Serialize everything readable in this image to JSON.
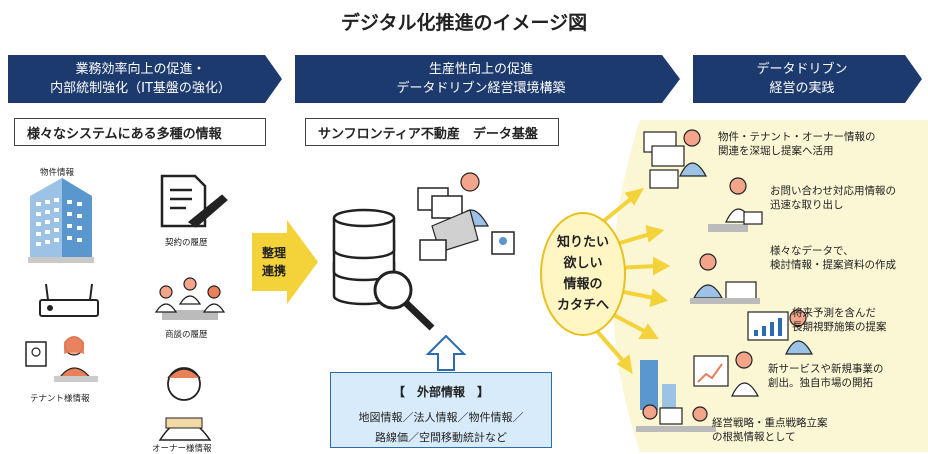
{
  "title": "デジタル化推進のイメージ図",
  "columns": [
    {
      "header_lines": [
        "業務効率向上の促進・",
        "内部統制強化（IT基盤の強化）"
      ],
      "subheader": "様々なシステムにある多種の情報"
    },
    {
      "header_lines": [
        "生産性向上の促進",
        "データドリブン経営環境構築"
      ],
      "subheader": "サンフロンティア不動産　データ基盤"
    },
    {
      "header_lines": [
        "データドリブン",
        "経営の実践"
      ]
    }
  ],
  "sources": {
    "property": "物件情報",
    "contract": "契約の履歴",
    "meeting": "商談の履歴",
    "tenant": "テナント様情報",
    "owner": "オーナー様情報"
  },
  "process_arrow": {
    "lines": [
      "整理",
      "連携"
    ]
  },
  "external": {
    "title": "【　外部情報　】",
    "lines": [
      "地図情報／法人情報／物件情報／",
      "路線価／空間移動統計など"
    ]
  },
  "center_circle": {
    "lines": [
      "知りたい",
      "欲しい",
      "情報の",
      "カタチへ"
    ]
  },
  "results": [
    {
      "lines": [
        "物件・テナント・オーナー情報の",
        "関連を深堀し提案へ活用"
      ]
    },
    {
      "lines": [
        "お問い合わせ対応用情報の",
        "迅速な取り出し"
      ]
    },
    {
      "lines": [
        "様々なデータで、",
        "検討情報・提案資料の作成"
      ]
    },
    {
      "lines": [
        "将来予測を含んだ",
        "長期視野施策の提案"
      ]
    },
    {
      "lines": [
        "新サービスや新規事業の",
        "創出。独自市場の開拓"
      ]
    },
    {
      "lines": [
        "経営戦略・重点戦略立案",
        "の根拠情報として"
      ]
    }
  ],
  "colors": {
    "navy": "#1c3a6e",
    "yellow_fill": "#fbf7d4",
    "accent_yellow": "#f3d23a",
    "ext_fill": "#d7ebfa",
    "ext_border": "#2b6cb0"
  }
}
